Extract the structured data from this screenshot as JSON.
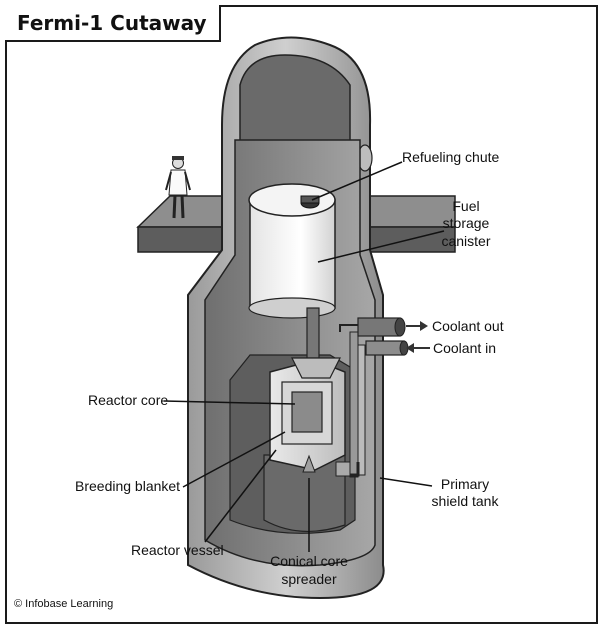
{
  "title": "Fermi-1 Cutaway",
  "credit": "© Infobase Learning",
  "labels": {
    "refueling_chute": "Refueling chute",
    "fuel_storage_canister": [
      "Fuel",
      "storage",
      "canister"
    ],
    "coolant_out": "Coolant out",
    "coolant_in": "Coolant in",
    "reactor_core": "Reactor core",
    "breeding_blanket": "Breeding blanket",
    "reactor_vessel": "Reactor vessel",
    "conical_core_spreader": [
      "Conical core",
      "spreader"
    ],
    "primary_shield_tank": [
      "Primary",
      "shield tank"
    ]
  }
}
